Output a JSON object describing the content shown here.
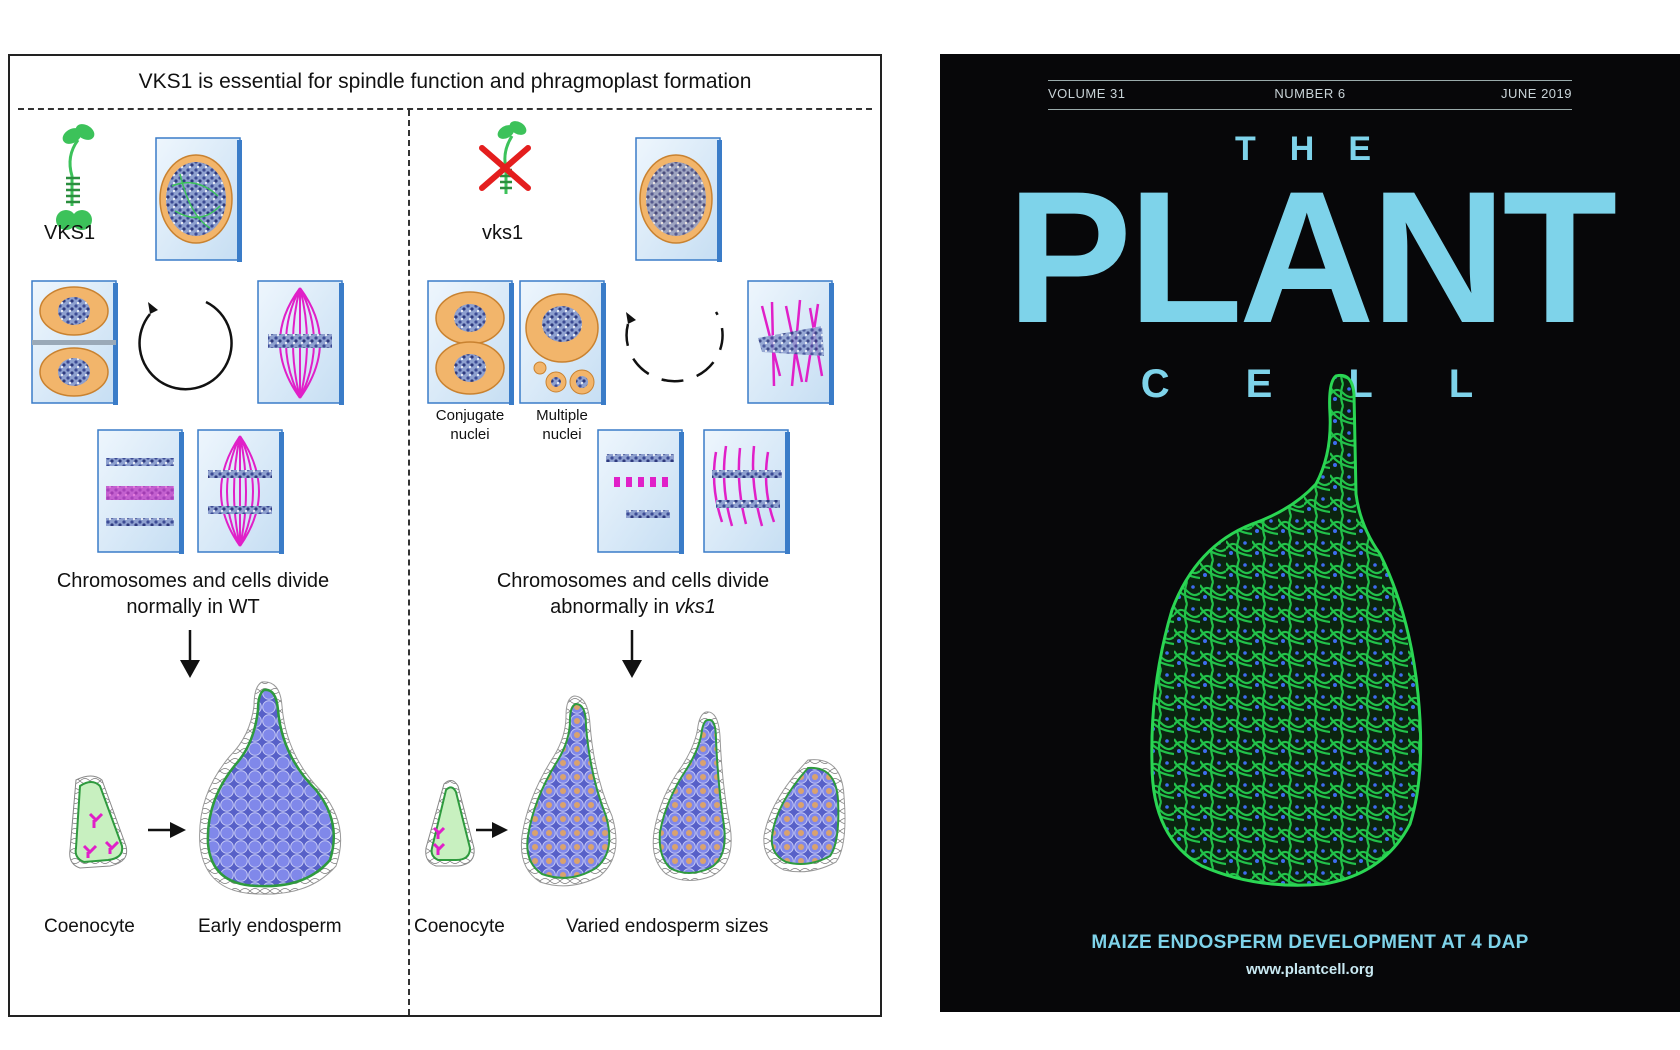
{
  "figure": {
    "title": "VKS1 is essential for spindle function and phragmoplast formation",
    "left": {
      "protein_label": "VKS1",
      "summary_line1": "Chromosomes and cells divide",
      "summary_line2": "normally in WT",
      "coenocyte_label": "Coenocyte",
      "endosperm_label": "Early endosperm"
    },
    "right": {
      "protein_label": "vks1",
      "conjugate_line1": "Conjugate",
      "conjugate_line2": "nuclei",
      "multiple_line1": "Multiple",
      "multiple_line2": "nuclei",
      "summary_line1": "Chromosomes and cells divide",
      "summary_line2_prefix": "abnormally in ",
      "summary_line2_italic": "vks1",
      "coenocyte_label": "Coenocyte",
      "endosperm_label": "Varied endosperm sizes"
    },
    "colors": {
      "protein": "#3cc25a",
      "microtubule": "#e020c8",
      "chromatin": "#4a5ca8",
      "nucleus": "#f2b56b",
      "cell_panel": "#d6e9f7",
      "cell_panel_edge": "#3a7cc8",
      "cross": "#e41e1e",
      "endosperm_cell": "#6b74e0",
      "defective_cell": "#d9a26e",
      "coenocyte": "#c8f0c0"
    }
  },
  "cover": {
    "volume": "VOLUME 31",
    "number": "NUMBER 6",
    "date": "JUNE 2019",
    "the": "THE",
    "plant": "PLANT",
    "cell": "CELL",
    "caption": "MAIZE ENDOSPERM DEVELOPMENT AT 4 DAP",
    "url": "www.plantcell.org",
    "colors": {
      "background": "#070709",
      "title": "#7ed3ea",
      "tissue": "#1fa53a",
      "nuclei": "#3e6cf0"
    }
  }
}
